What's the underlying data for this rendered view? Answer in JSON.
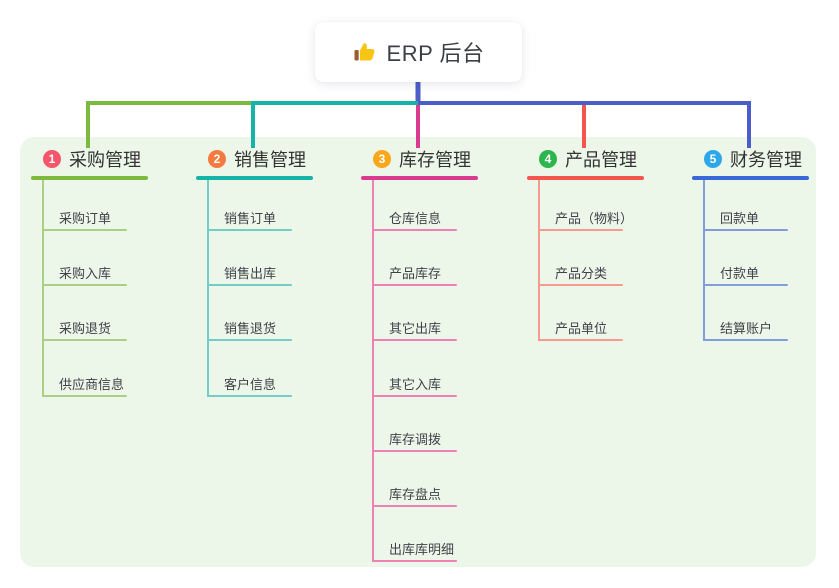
{
  "root": {
    "icon": "thumbs-up-icon",
    "title": "ERP 后台"
  },
  "connector": {
    "trunk_color": "#4c5ec9",
    "bus_blue": "#4a5dc8"
  },
  "branches": [
    {
      "badge": "1",
      "title": "采购管理",
      "accent_color": "#7cb93f",
      "badge_color": "#f4566c",
      "child_line_color": "#abd083",
      "children": [
        "采购订单",
        "采购入库",
        "采购退货",
        "供应商信息"
      ]
    },
    {
      "badge": "2",
      "title": "销售管理",
      "accent_color": "#15b3a8",
      "badge_color": "#f57a3f",
      "child_line_color": "#72cdc4",
      "children": [
        "销售订单",
        "销售出库",
        "销售退货",
        "客户信息"
      ]
    },
    {
      "badge": "3",
      "title": "库存管理",
      "accent_color": "#da3a90",
      "badge_color": "#f9a71b",
      "child_line_color": "#ee82b7",
      "children": [
        "仓库信息",
        "产品库存",
        "其它出库",
        "其它入库",
        "库存调拨",
        "库存盘点",
        "出库库明细"
      ]
    },
    {
      "badge": "4",
      "title": "产品管理",
      "accent_color": "#f4564e",
      "badge_color": "#2eb54e",
      "child_line_color": "#f69a92",
      "children": [
        "产品（物料）",
        "产品分类",
        "产品单位"
      ]
    },
    {
      "badge": "5",
      "title": "财务管理",
      "accent_color": "#3a68d8",
      "badge_color": "#2ca7e9",
      "child_line_color": "#839cda",
      "children": [
        "回款单",
        "付款单",
        "结算账户"
      ]
    }
  ]
}
